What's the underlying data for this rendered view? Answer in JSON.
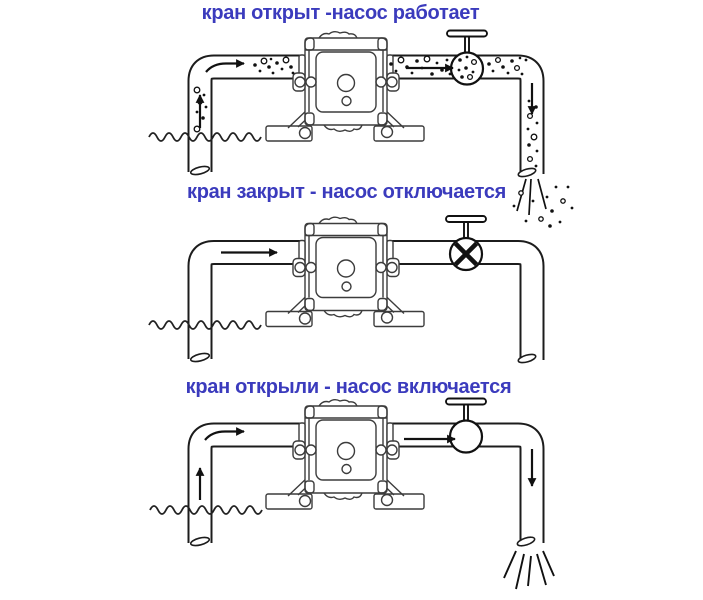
{
  "colors": {
    "title_blue": "#3b3bbd",
    "line_dark": "#1c1c1c",
    "pump_gray": "#3c3c3c"
  },
  "diagrams": [
    {
      "title": "кран открыт -насос работает",
      "valve_state": "open",
      "flow": "water-with-bubbles",
      "outlet": "spray-with-droplets"
    },
    {
      "title": "кран закрыт - насос отключается",
      "valve_state": "closed",
      "flow": "none",
      "outlet": "none"
    },
    {
      "title": "кран открыли - насос включается",
      "valve_state": "open",
      "flow": "arrows-only",
      "outlet": "spray"
    }
  ]
}
